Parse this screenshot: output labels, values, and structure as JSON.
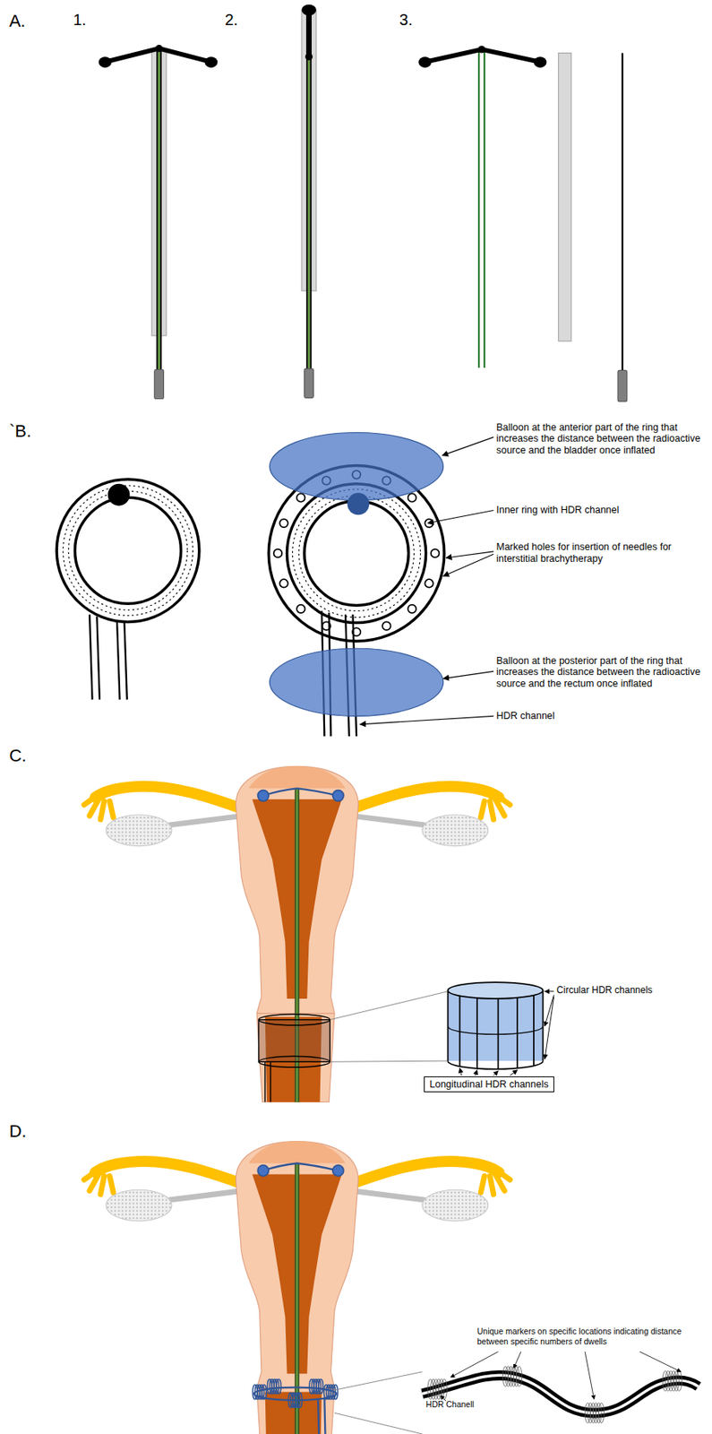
{
  "diagram": {
    "nodes": [
      {
        "text": [
          "Longitudinal HDR channels"
        ]
      }
    ],
    "labels": [
      "A.",
      "1.",
      "2.",
      "3.",
      "`B.",
      "Balloon at the anterior part of the ring that increases the distance between the radioactive source and the bladder once inflated",
      "Inner ring with HDR channel",
      "Marked holes for insertion of needles for interstitial brachytherapy",
      "Balloon at the posterior part of the ring that increases the distance between the radioactive source and the rectum once inflated",
      "HDR channel",
      "C.",
      "Circular HDR channels",
      "D.",
      "Unique markers on specific locations indicating distance between specific numbers of dwells",
      "HDR Chanell"
    ]
  }
}
